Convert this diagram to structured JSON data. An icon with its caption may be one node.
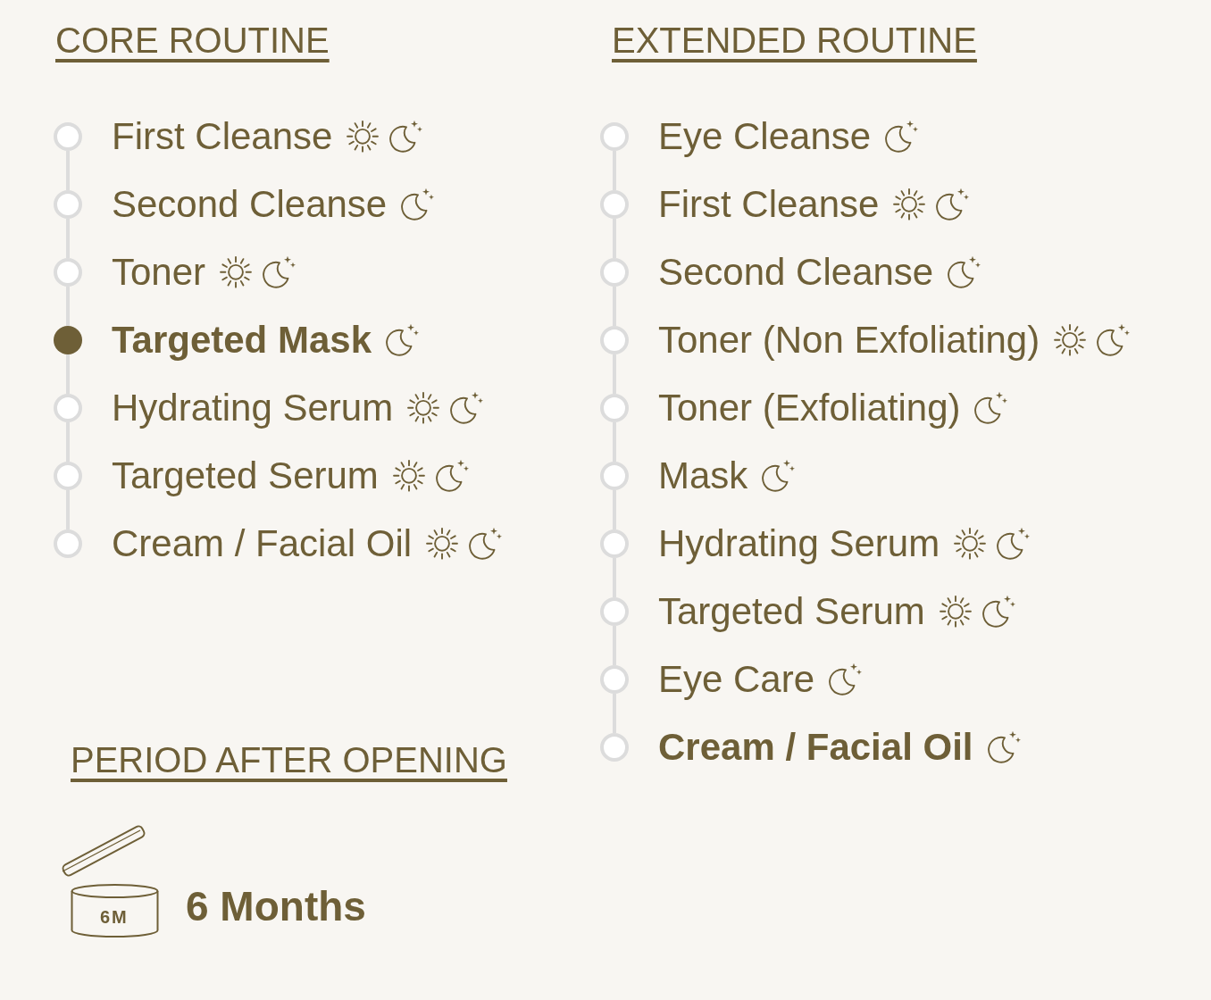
{
  "diagram": {
    "nodes": [
      {
        "text": [],
        "shape": "circle",
        "beside": [
          "First Cleanse"
        ]
      },
      {
        "text": [],
        "shape": "circle",
        "beside": [
          "Second Cleanse"
        ]
      },
      {
        "text": [],
        "shape": "circle",
        "beside": [
          "Toner"
        ]
      },
      {
        "text": [],
        "shape": "circle",
        "beside": [
          "Targeted Mask"
        ]
      },
      {
        "text": [],
        "shape": "circle",
        "beside": [
          "Hydrating Serum"
        ]
      },
      {
        "text": [],
        "shape": "circle",
        "beside": [
          "Targeted Serum"
        ]
      },
      {
        "text": [],
        "shape": "circle",
        "beside": [
          "Cream / Facial Oil"
        ]
      },
      {
        "text": [],
        "shape": "circle",
        "beside": [
          "Eye Cleanse"
        ]
      },
      {
        "text": [],
        "shape": "circle",
        "beside": [
          "First Cleanse"
        ]
      },
      {
        "text": [],
        "shape": "circle",
        "beside": [
          "Second Cleanse"
        ]
      },
      {
        "text": [],
        "shape": "circle",
        "beside": [
          "Toner (Non Exfoliating)"
        ]
      },
      {
        "text": [],
        "shape": "circle",
        "beside": [
          "Toner (Exfoliating)"
        ]
      },
      {
        "text": [],
        "shape": "circle",
        "beside": [
          "Mask"
        ]
      },
      {
        "text": [],
        "shape": "circle",
        "beside": [
          "Hydrating Serum"
        ]
      },
      {
        "text": [],
        "shape": "circle",
        "beside": [
          "Targeted Serum"
        ]
      },
      {
        "text": [],
        "shape": "circle",
        "beside": [
          "Eye Care"
        ]
      },
      {
        "text": [],
        "shape": "circle",
        "beside": [
          "Cream / Facial Oil"
        ]
      },
      {
        "text": [
          "6M"
        ],
        "beside": [
          "6 Months"
        ]
      }
    ],
    "edges": [
      {
        "from": 0,
        "to": 1,
        "arrow": "none"
      },
      {
        "from": 1,
        "to": 2,
        "arrow": "none"
      },
      {
        "from": 2,
        "to": 3,
        "arrow": "none"
      },
      {
        "from": 3,
        "to": 4,
        "arrow": "none"
      },
      {
        "from": 4,
        "to": 5,
        "arrow": "none"
      },
      {
        "from": 5,
        "to": 6,
        "arrow": "none"
      },
      {
        "from": 7,
        "to": 8,
        "arrow": "none"
      },
      {
        "from": 8,
        "to": 9,
        "arrow": "none"
      },
      {
        "from": 9,
        "to": 10,
        "arrow": "none"
      },
      {
        "from": 10,
        "to": 11,
        "arrow": "none"
      },
      {
        "from": 11,
        "to": 12,
        "arrow": "none"
      },
      {
        "from": 12,
        "to": 13,
        "arrow": "none"
      },
      {
        "from": 13,
        "to": 14,
        "arrow": "none"
      },
      {
        "from": 14,
        "to": 15,
        "arrow": "none"
      },
      {
        "from": 15,
        "to": 16,
        "arrow": "none"
      }
    ],
    "labels": [
      "CORE ROUTINE",
      "EXTENDED ROUTINE",
      "PERIOD AFTER OPENING"
    ]
  }
}
